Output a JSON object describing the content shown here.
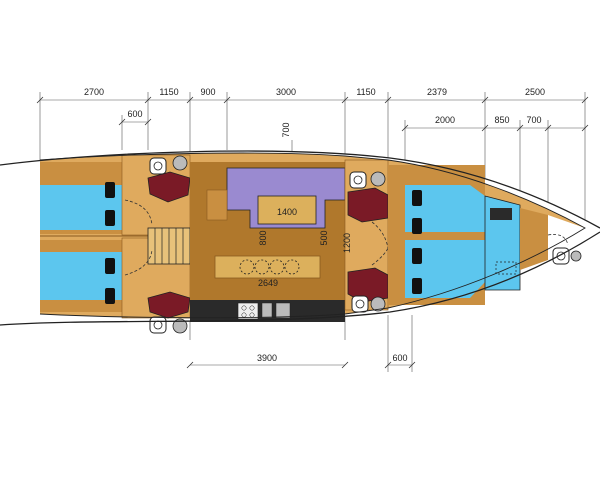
{
  "dimensions": {
    "top_row": [
      "2700",
      "1150",
      "900",
      "3000",
      "1150",
      "2379",
      "2500"
    ],
    "second_row": [
      "600",
      "2000",
      "850",
      "700"
    ],
    "bottom_row": [
      "3900",
      "600"
    ],
    "interior": {
      "salon_depth": "700",
      "table_width": "1400",
      "table_height": "800",
      "galley_depth": "500",
      "galley_length": "2649",
      "corridor_width": "1200"
    }
  },
  "colors": {
    "berth": "#5cc6ee",
    "wood": "#c98f41",
    "wood_light": "#dfaa5e",
    "wood_floor": "#b0782c",
    "settee": "#9a8ad0",
    "table": "#dcb05c",
    "head": "#7a1a26",
    "counter": "#2a2a2a",
    "hull": "#222222"
  },
  "icons": [
    "toilet-icon",
    "sink-icon",
    "stove-icon",
    "hatch-icon",
    "stairs-icon"
  ]
}
